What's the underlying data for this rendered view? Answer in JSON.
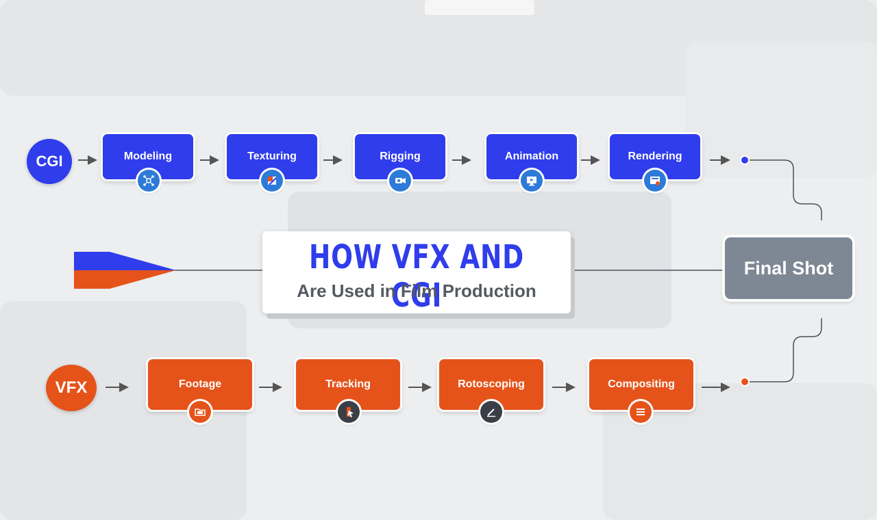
{
  "title": {
    "main": "HOW VFX AND CGI",
    "sub": "Are Used in Film Production"
  },
  "cgi": {
    "label": "CGI",
    "color": "#2f3dec",
    "steps": [
      {
        "label": "Modeling",
        "icon": "modeling-network-icon"
      },
      {
        "label": "Texturing",
        "icon": "texture-brush-icon"
      },
      {
        "label": "Rigging",
        "icon": "rigging-camera-icon"
      },
      {
        "label": "Animation",
        "icon": "animation-monitor-icon"
      },
      {
        "label": "Rendering",
        "icon": "rendering-screen-icon"
      }
    ]
  },
  "vfx": {
    "label": "VFX",
    "color": "#e5531a",
    "steps": [
      {
        "label": "Footage",
        "icon": "footage-folder-icon"
      },
      {
        "label": "Tracking",
        "icon": "tracking-cursor-icon"
      },
      {
        "label": "Rotoscoping",
        "icon": "rotoscoping-pen-icon"
      },
      {
        "label": "Compositing",
        "icon": "compositing-layers-icon"
      }
    ]
  },
  "final": {
    "label": "Final Shot",
    "color": "#7d8894"
  }
}
